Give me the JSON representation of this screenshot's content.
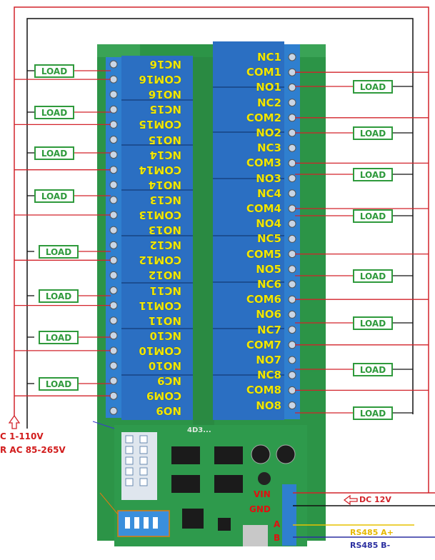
{
  "power": {
    "line1": "C 1-110V",
    "line2": "R AC 85-265V"
  },
  "loads": {
    "label": "LOAD"
  },
  "left_terminals": [
    "NC16",
    "COM16",
    "NO16",
    "NC15",
    "COM15",
    "NO15",
    "NC14",
    "COM14",
    "NO14",
    "NC13",
    "COM13",
    "NO13",
    "NC12",
    "COM12",
    "NO12",
    "NC11",
    "COM11",
    "NO11",
    "NC10",
    "COM10",
    "NO10",
    "NC9",
    "COM9",
    "NO9"
  ],
  "right_terminals": [
    "NC1",
    "COM1",
    "NO1",
    "NC2",
    "COM2",
    "NO2",
    "NC3",
    "COM3",
    "NO3",
    "NC4",
    "COM4",
    "NO4",
    "NC5",
    "COM5",
    "NO5",
    "NC6",
    "COM6",
    "NO6",
    "NC7",
    "COM7",
    "NO7",
    "NC8",
    "COM8",
    "NO8"
  ],
  "board": {
    "model": "4D3..."
  },
  "bottom_pins": {
    "vin": "VIN",
    "gnd": "GND",
    "a": "A",
    "b": "B"
  },
  "bottom_wires": {
    "dc": "DC 12V",
    "rs485a": "RS485 A+",
    "rs485b": "RS485 B-"
  },
  "colors": {
    "board": "#2e9a4c",
    "relay": "#2b6fc2",
    "red_wire": "#d2232a",
    "black_wire": "#111111",
    "load_border": "#2f9a3c",
    "terminal_text": "#f2e600",
    "yellow_wire": "#e6c200",
    "blue_wire": "#2b2fa0"
  }
}
